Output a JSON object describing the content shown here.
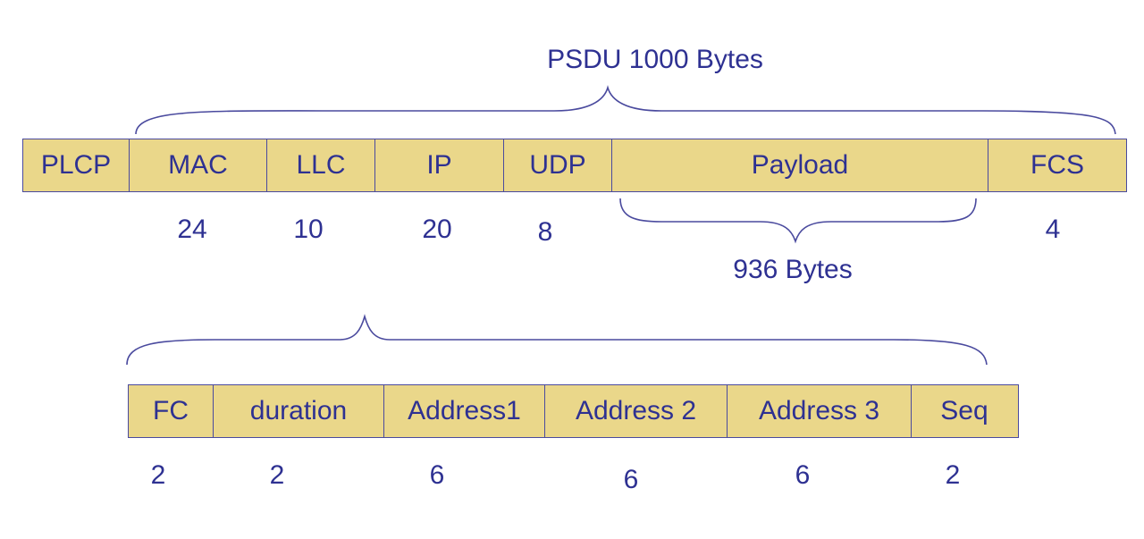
{
  "top_frame": {
    "title": "PSDU 1000 Bytes",
    "fields": [
      {
        "label": "PLCP",
        "size": ""
      },
      {
        "label": "MAC",
        "size": "24"
      },
      {
        "label": "LLC",
        "size": "10"
      },
      {
        "label": "IP",
        "size": "20"
      },
      {
        "label": "UDP",
        "size": "8"
      },
      {
        "label": "Payload",
        "size": ""
      },
      {
        "label": "FCS",
        "size": "4"
      }
    ],
    "payload_note": "936 Bytes"
  },
  "mac_header": {
    "fields": [
      {
        "label": "FC",
        "size": "2"
      },
      {
        "label": "duration",
        "size": "2"
      },
      {
        "label": "Address1",
        "size": "6"
      },
      {
        "label": "Address 2",
        "size": "6"
      },
      {
        "label": "Address 3",
        "size": "6"
      },
      {
        "label": "Seq",
        "size": "2"
      }
    ]
  },
  "colors": {
    "field_fill": "#ead78a",
    "border": "#4a4a9e",
    "text": "#2e3192"
  }
}
